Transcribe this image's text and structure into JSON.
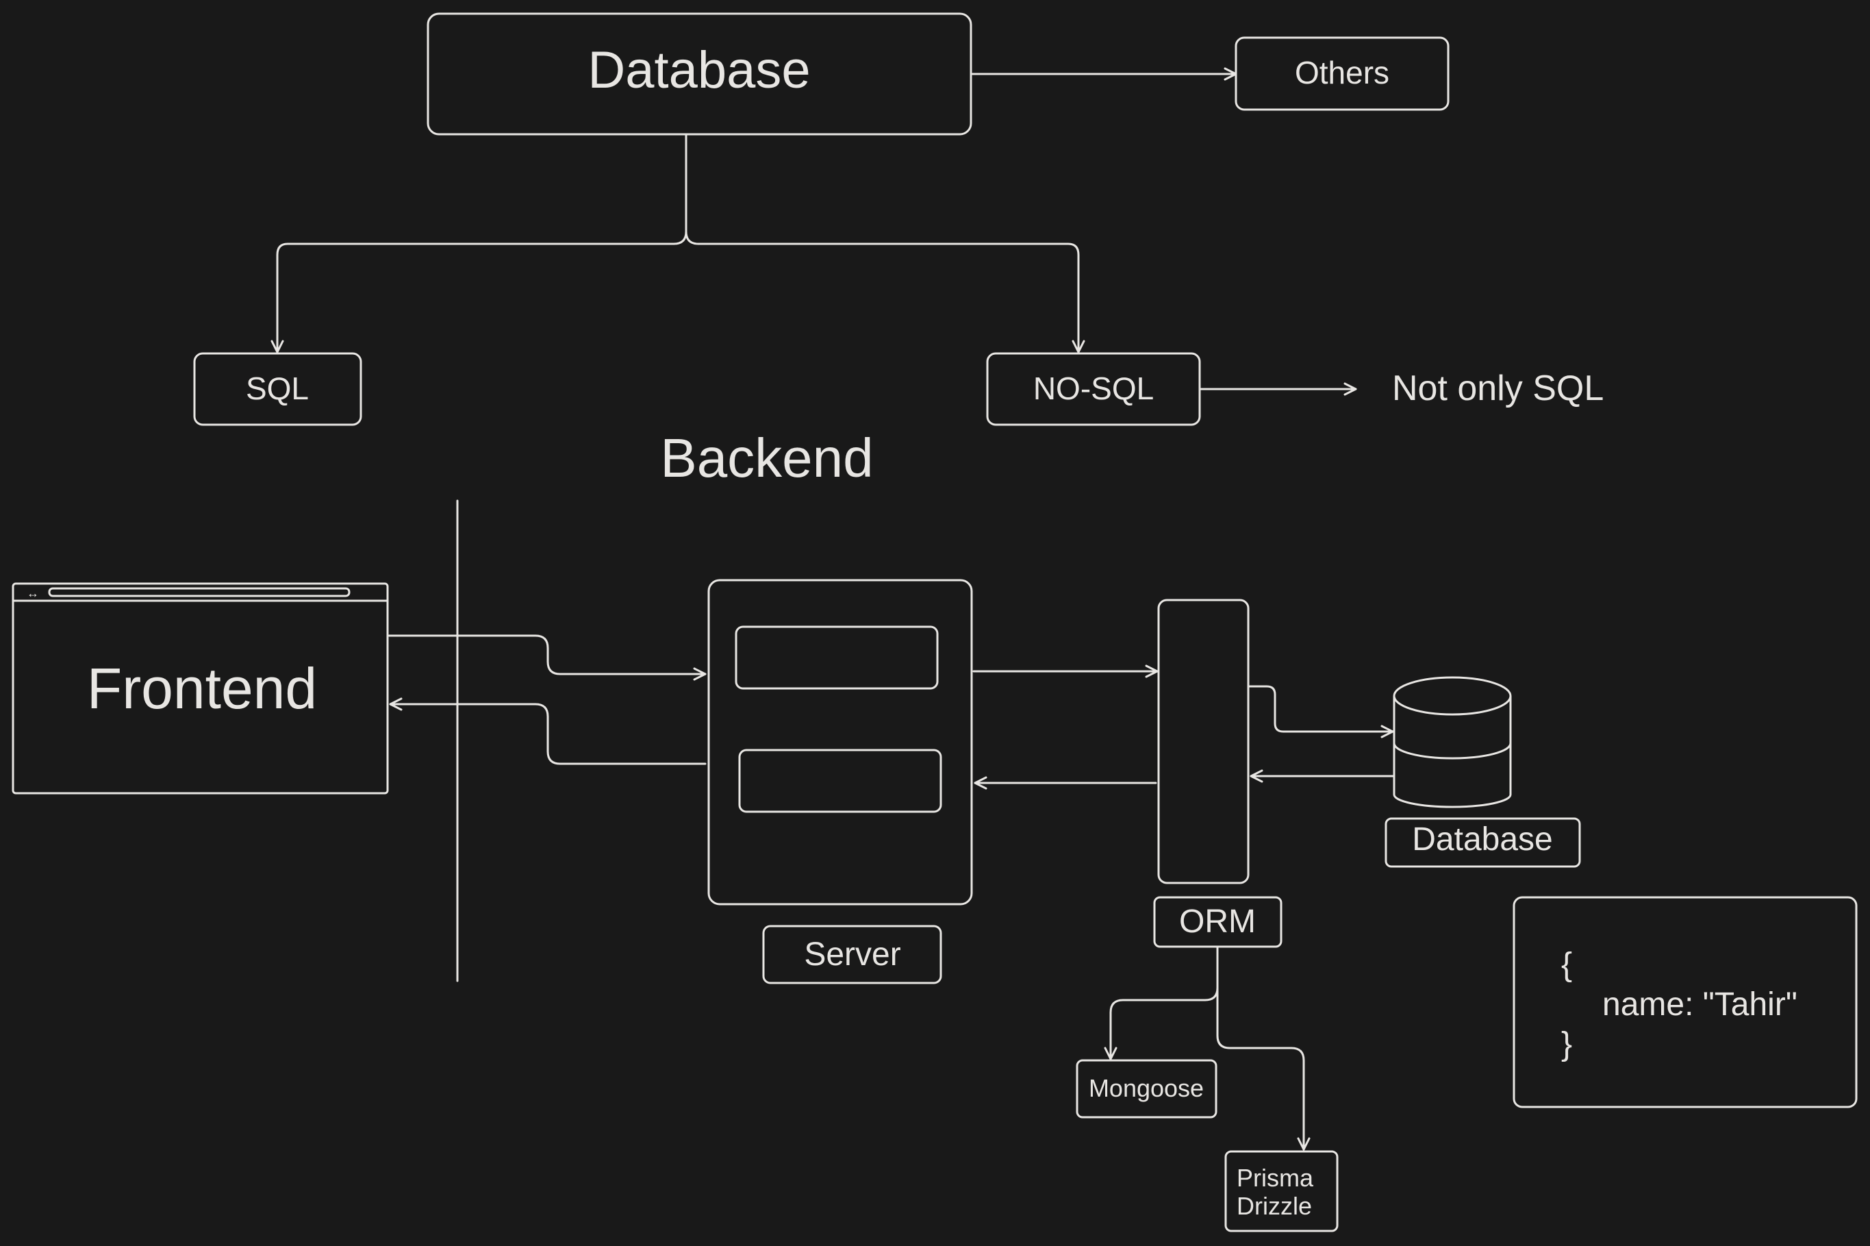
{
  "top_tree": {
    "root": "Database",
    "others": "Others",
    "sql": "SQL",
    "nosql": "NO-SQL",
    "nosql_meaning": "Not only SQL"
  },
  "section_title": "Backend",
  "frontend": {
    "label": "Frontend",
    "titlebar_icon": "↔"
  },
  "server": {
    "label": "Server"
  },
  "orm": {
    "label": "ORM",
    "options": [
      "Mongoose",
      "Prisma",
      "Drizzle"
    ]
  },
  "database_node": {
    "label": "Database"
  },
  "json_example": {
    "open": "{",
    "line": "name: \"Tahir\"",
    "close": "}"
  },
  "colors": {
    "background": "#191919",
    "stroke": "#e8e6e3"
  },
  "icons": [
    "database-cylinder-icon",
    "browser-window-icon"
  ]
}
